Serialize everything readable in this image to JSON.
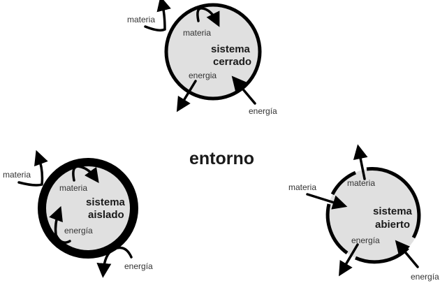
{
  "colors": {
    "background": "#ffffff",
    "system_fill": "#e0e0e0",
    "stroke": "#000000",
    "label": "#333333",
    "title": "#1a1a1a"
  },
  "environment": {
    "label": "entorno"
  },
  "systems": [
    {
      "id": "cerrado",
      "title_line1": "sistema",
      "title_line2": "cerrado",
      "boundary": "thin closed",
      "inner_matter_label": "materia",
      "outer_matter_label": "materia",
      "inner_energy_label": "energia",
      "outer_energy_label": "energía",
      "matter_exchange": "none (bounces back)",
      "energy_exchange": "in and out"
    },
    {
      "id": "aislado",
      "title_line1": "sistema",
      "title_line2": "aislado",
      "boundary": "thick closed",
      "inner_matter_label": "materia",
      "outer_matter_label": "materia",
      "inner_energy_label": "energía",
      "outer_energy_label": "energía",
      "matter_exchange": "none (bounces back)",
      "energy_exchange": "none (bounces back)"
    },
    {
      "id": "abierto",
      "title_line1": "sistema",
      "title_line2": "abierto",
      "boundary": "thin with gaps",
      "inner_matter_label": "materia",
      "outer_matter_label": "materia",
      "inner_energy_label": "energía",
      "outer_energy_label": "energía",
      "matter_exchange": "in and out",
      "energy_exchange": "in and out"
    }
  ]
}
